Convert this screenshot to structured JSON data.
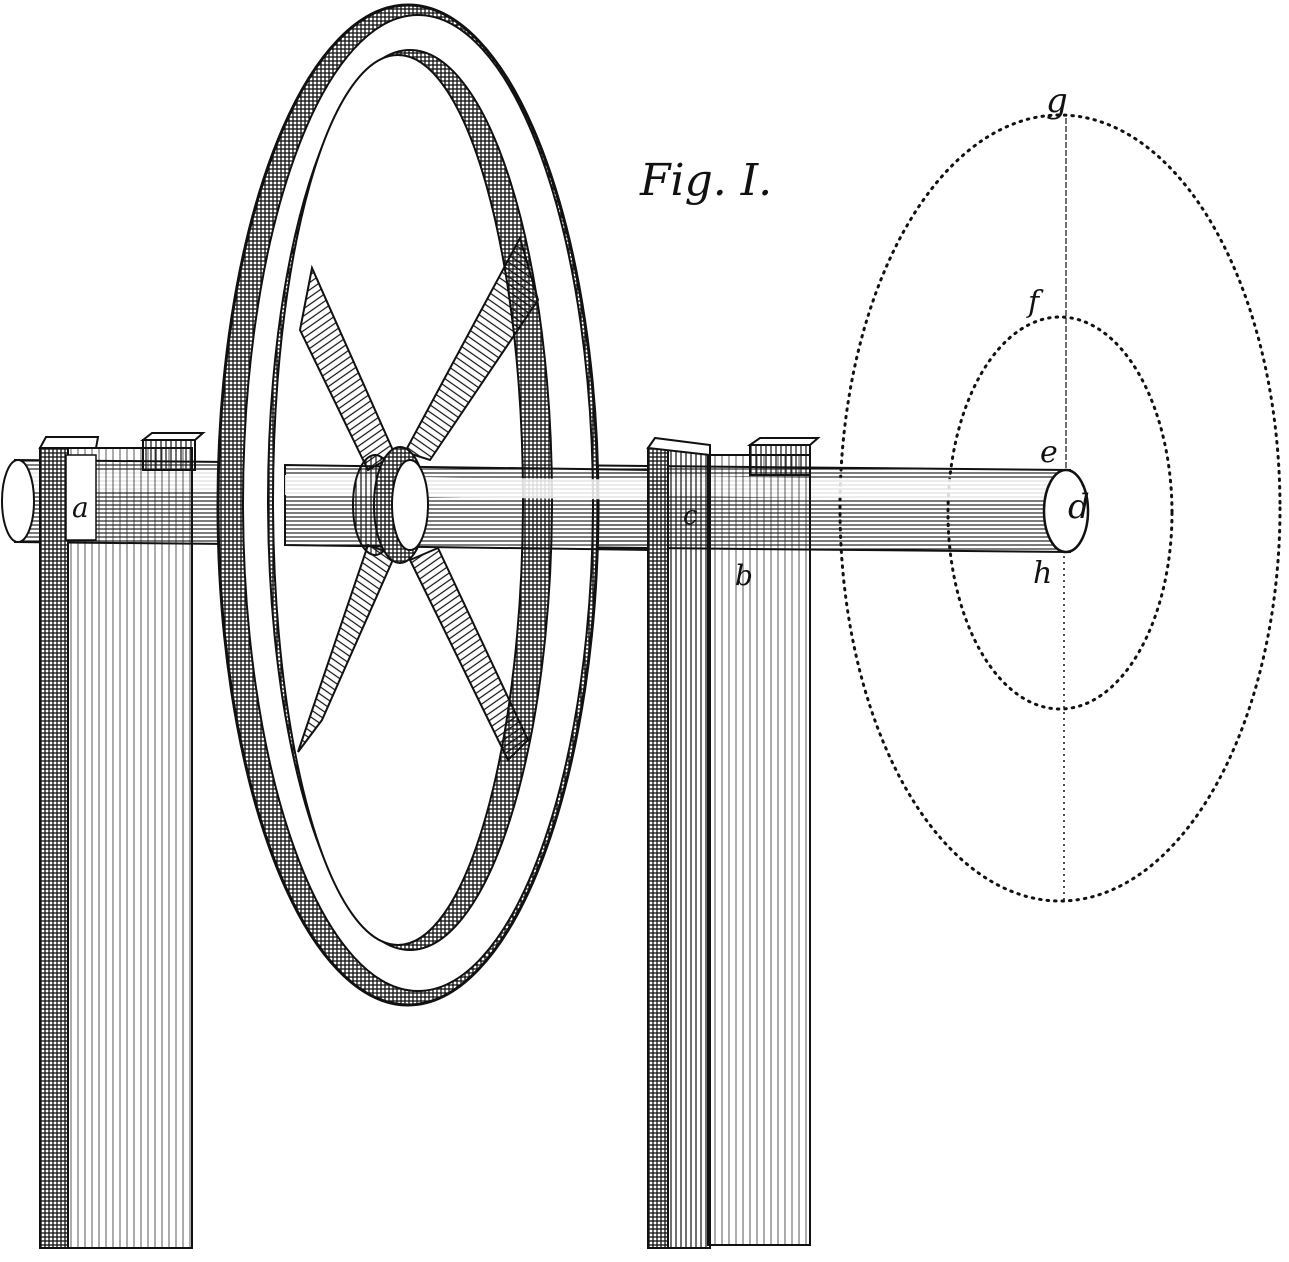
{
  "figure": {
    "title": "Fig. I.",
    "labels": {
      "a": "a",
      "b": "b",
      "c": "c",
      "d": "d",
      "e": "e",
      "f": "f",
      "g": "g",
      "h": "h"
    }
  },
  "colors": {
    "ink": "#111111",
    "paper": "#ffffff"
  }
}
